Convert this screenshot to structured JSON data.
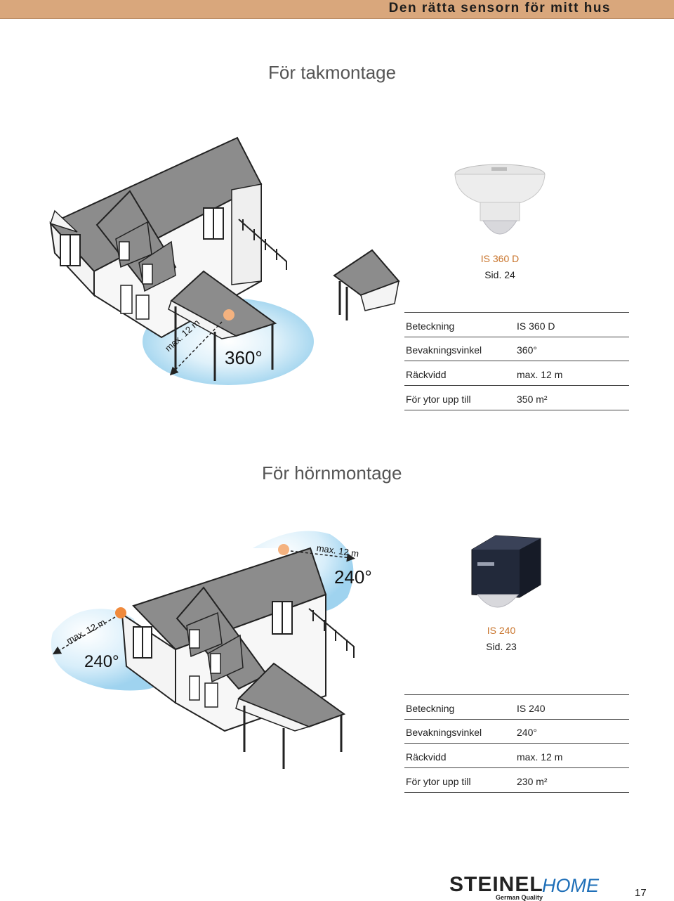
{
  "header": {
    "title": "Den rätta sensorn för mitt hus"
  },
  "section1": {
    "title": "För takmontage",
    "illustration": {
      "angle_label": "360°",
      "range_label": "max. 12 m"
    },
    "product": {
      "name": "IS 360 D",
      "page": "Sid. 24"
    },
    "specs": [
      {
        "key": "Beteckning",
        "value": "IS 360 D"
      },
      {
        "key": "Bevakningsvinkel",
        "value": "360°"
      },
      {
        "key": "Räckvidd",
        "value": "max. 12 m"
      },
      {
        "key": "För ytor upp till",
        "value": "350 m²"
      }
    ]
  },
  "section2": {
    "title": "För hörnmontage",
    "illustration": {
      "angle_label_top": "240°",
      "range_label_top": "max. 12 m",
      "angle_label_left": "240°",
      "range_label_left": "max. 12 m"
    },
    "product": {
      "name": "IS 240",
      "page": "Sid. 23"
    },
    "specs": [
      {
        "key": "Beteckning",
        "value": "IS 240"
      },
      {
        "key": "Bevakningsvinkel",
        "value": "240°"
      },
      {
        "key": "Räckvidd",
        "value": "max. 12 m"
      },
      {
        "key": "För ytor upp till",
        "value": "230 m²"
      }
    ]
  },
  "footer": {
    "brand": "STEINEL",
    "brand_suffix": "HOME",
    "tagline": "German Quality",
    "page_number": "17"
  },
  "colors": {
    "accent": "#c8732a",
    "header_bg": "#d9a77c",
    "roof": "#8a8a8a",
    "coverage": "#bfe3f5"
  }
}
